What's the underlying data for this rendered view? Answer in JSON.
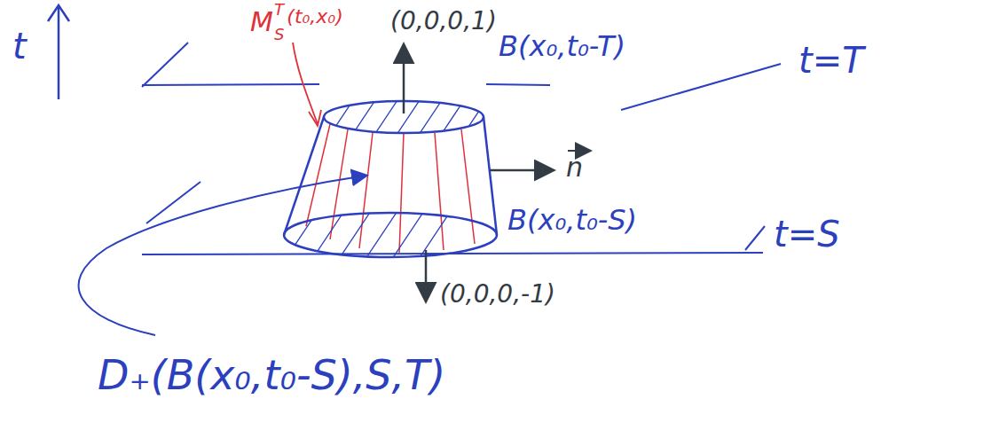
{
  "diagram": {
    "labels": [
      "t",
      "M",
      "S",
      "T",
      "(t₀,x₀)",
      "(0,0,0,1)",
      "B(x₀,t₀-T)",
      "t=T",
      "n",
      "B(x₀,t₀-S)",
      "t=S",
      "(0,0,0,-1)",
      "D₊(B(x₀,t₀-S),S,T)"
    ]
  }
}
